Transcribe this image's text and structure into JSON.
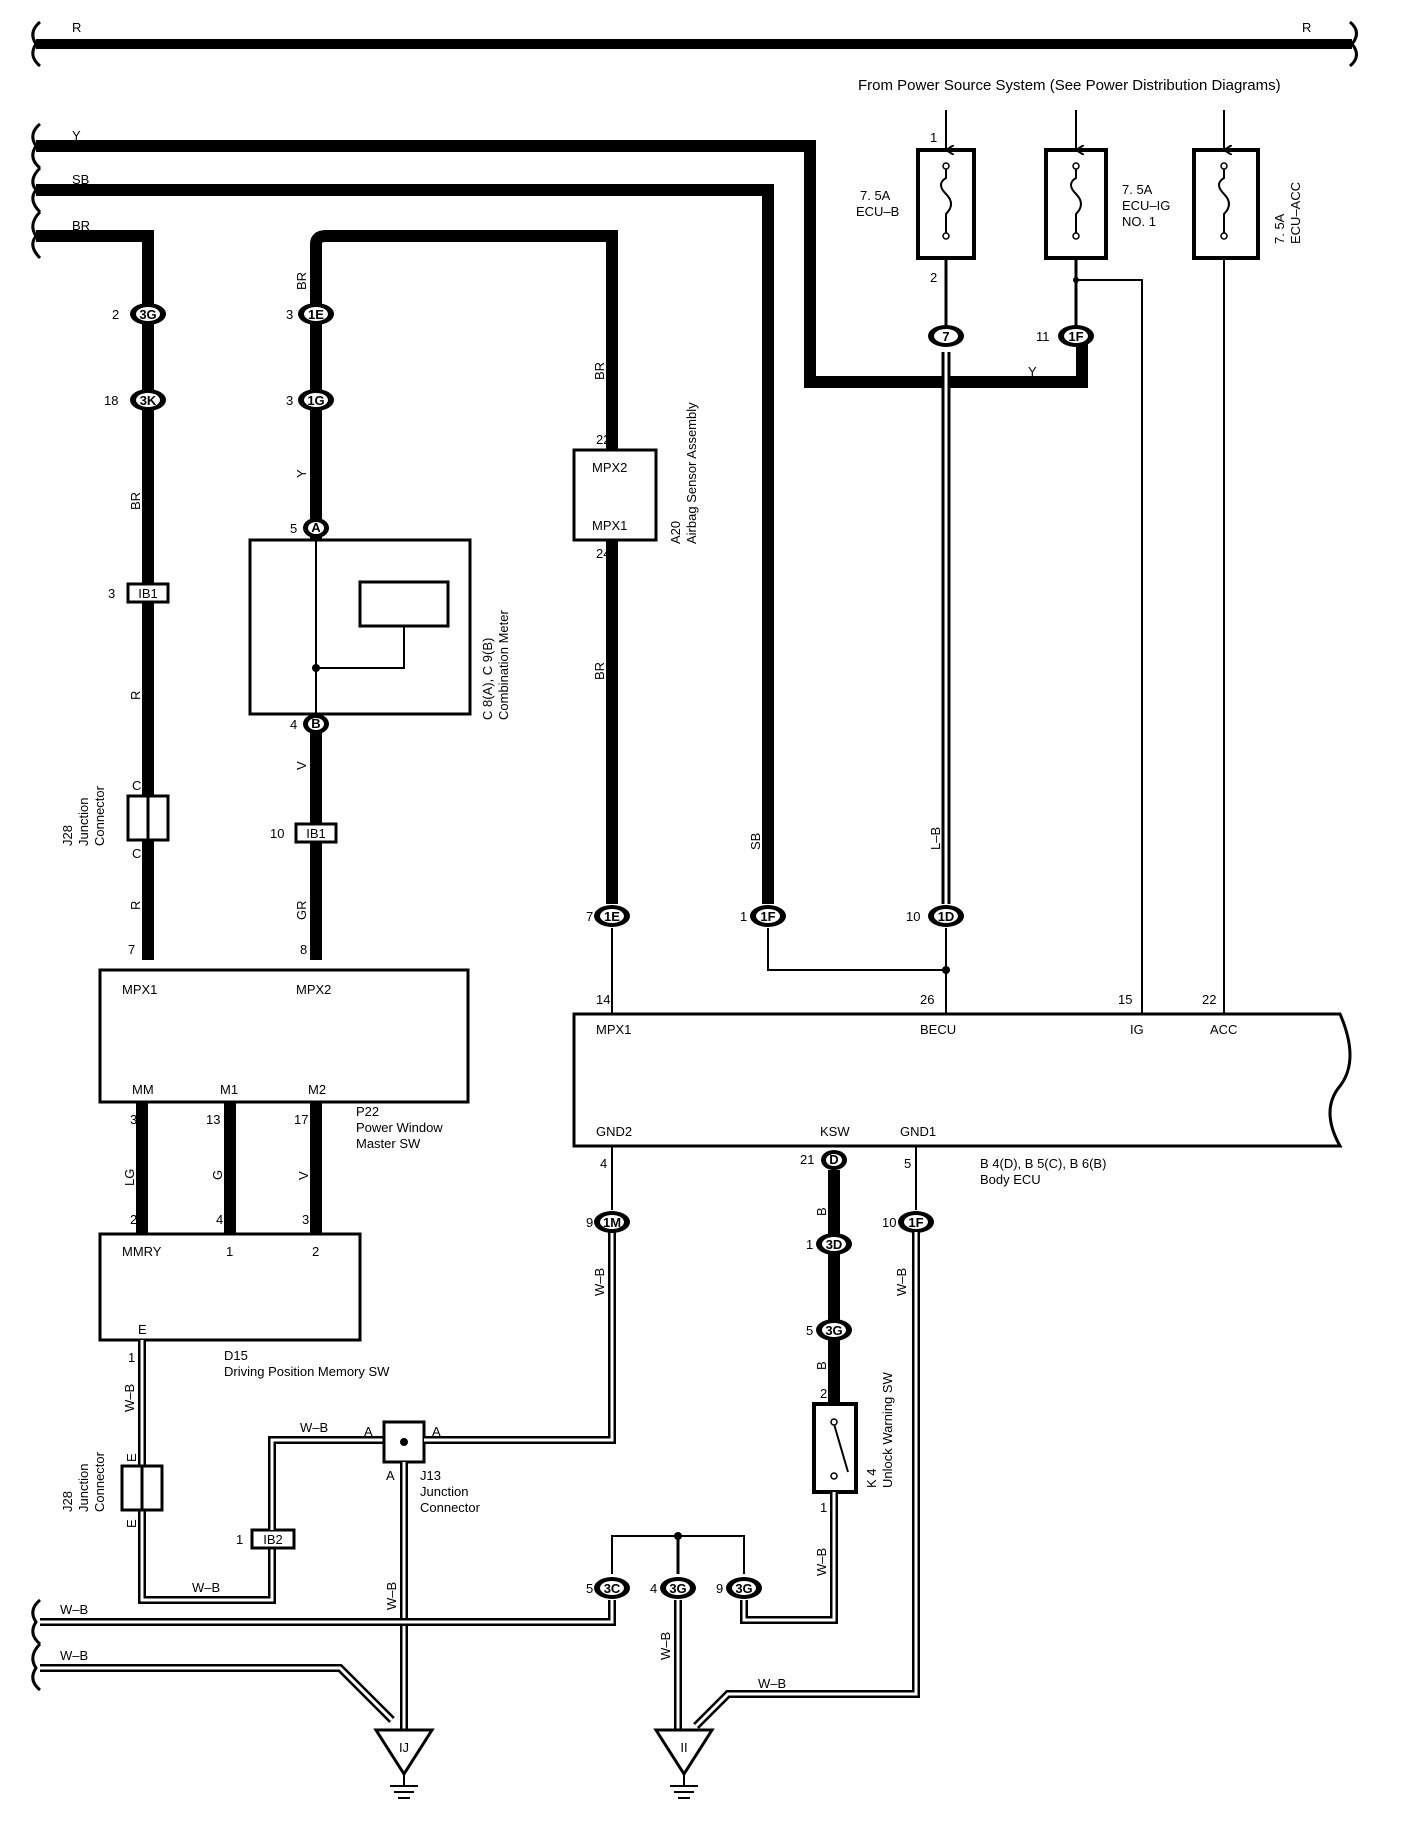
{
  "rails": {
    "r_left": "R",
    "r_right": "R",
    "y": "Y",
    "sb": "SB",
    "br": "BR",
    "wb_top": "W–B",
    "wb_bottom": "W–B"
  },
  "power_source_note": "From Power Source System (See Power Distribution Diagrams)",
  "fuses": [
    {
      "amp": "7. 5A",
      "name": "ECU–B",
      "pin_in": "1",
      "pin_out": "2"
    },
    {
      "amp": "7. 5A",
      "name": "ECU–IG",
      "name2": "NO. 1"
    },
    {
      "amp": "7. 5A",
      "name": "ECU–ACC"
    }
  ],
  "wire_colors": {
    "br": "BR",
    "y": "Y",
    "r": "R",
    "v": "V",
    "gr": "GR",
    "lg": "LG",
    "g": "G",
    "sb": "SB",
    "lb": "L–B",
    "wb": "W–B",
    "b": "B"
  },
  "connectors": {
    "c3g_a": "3G",
    "c3k": "3K",
    "c1e_a": "1E",
    "c1g": "1G",
    "cib1": "IB1",
    "c1e_b": "1E",
    "c1f_a": "1F",
    "c1d": "1D",
    "c7": "7",
    "c1f_b": "1F",
    "c1m": "1M",
    "c1f_c": "1F",
    "cd": "D",
    "c3d": "3D",
    "c3g_b": "3G",
    "cib2": "IB2",
    "c3c": "3C",
    "c3g_c": "3G",
    "c3g_d": "3G",
    "ca": "A",
    "cb": "B",
    "jc_c": "C",
    "jc_e": "E",
    "j13_a": "A"
  },
  "pins": {
    "p2": "2",
    "p18": "18",
    "p3": "3",
    "p5": "5",
    "p4": "4",
    "p10": "10",
    "p7": "7",
    "p8": "8",
    "p13": "13",
    "p17": "17",
    "p1": "1",
    "p22": "22",
    "p24": "24",
    "p14": "14",
    "p26": "26",
    "p15": "15",
    "p9": "9",
    "p21": "21",
    "p11": "11"
  },
  "components": {
    "j28": {
      "line1": "J28",
      "line2": "Junction",
      "line3": "Connector"
    },
    "combination_meter": {
      "line1": "C 8(A), C 9(B)",
      "line2": "Combination Meter"
    },
    "airbag": {
      "line1": "A20",
      "line2": "Airbag Sensor Assembly",
      "mpx2": "MPX2",
      "mpx1": "MPX1"
    },
    "pwms": {
      "line1": "P22",
      "line2": "Power Window",
      "line3": "Master SW",
      "mpx1": "MPX1",
      "mpx2": "MPX2",
      "mm": "MM",
      "m1": "M1",
      "m2": "M2"
    },
    "dpms": {
      "line1": "D15",
      "line2": "Driving Position Memory SW",
      "mmry": "MMRY",
      "t1": "1",
      "t2": "2",
      "e": "E"
    },
    "body_ecu": {
      "line1": "B 4(D), B 5(C), B 6(B)",
      "line2": "Body ECU",
      "mpx1": "MPX1",
      "becu": "BECU",
      "ig": "IG",
      "acc": "ACC",
      "gnd2": "GND2",
      "ksw": "KSW",
      "gnd1": "GND1"
    },
    "unlock_sw": {
      "line1": "K 4",
      "line2": "Unlock Warning SW"
    },
    "j13": {
      "line1": "J13",
      "line2": "Junction",
      "line3": "Connector"
    }
  },
  "grounds": {
    "ij": "IJ",
    "ii": "II"
  }
}
